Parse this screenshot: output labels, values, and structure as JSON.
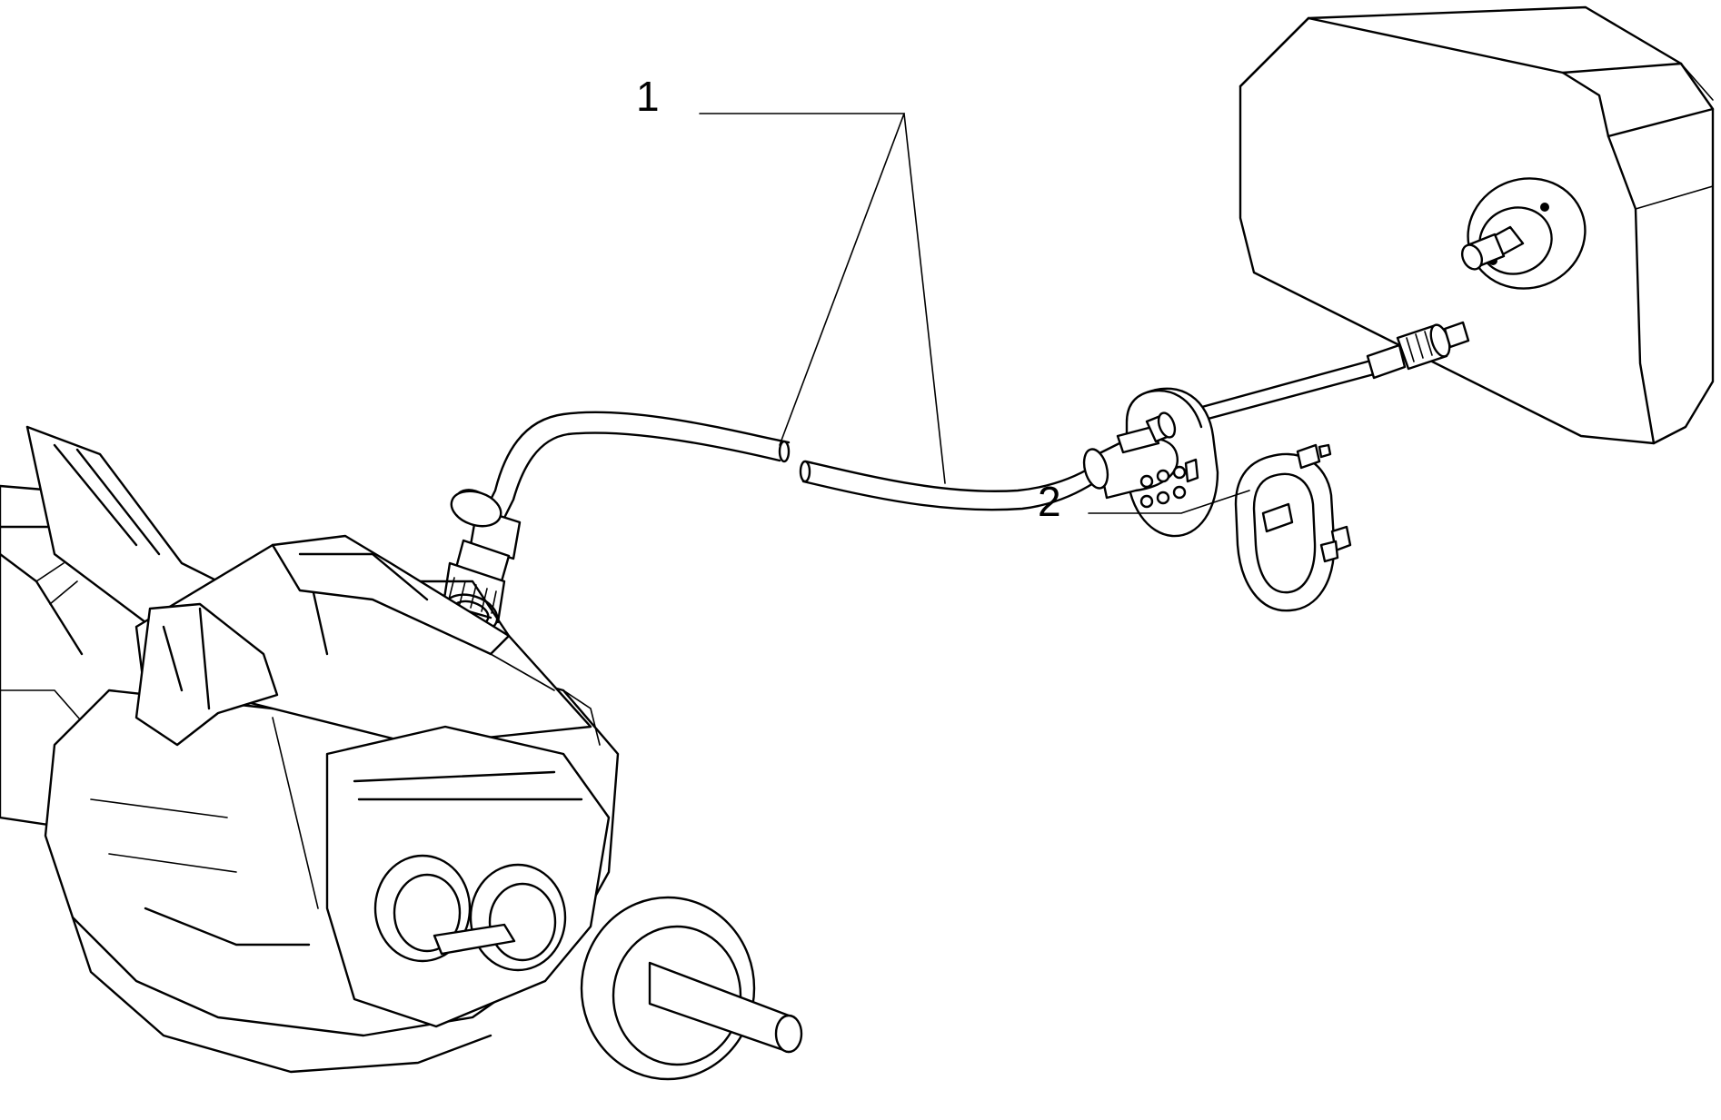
{
  "diagram": {
    "callouts": [
      {
        "label": "1",
        "part": "speedometer-cable"
      },
      {
        "label": "2",
        "part": "grommet-seal"
      }
    ],
    "components": [
      "transmission-gearbox",
      "speedometer-cable",
      "bulkhead-grommet",
      "grommet-seal",
      "instrument-cluster"
    ],
    "colors": {
      "ink": "#000000",
      "paper": "#ffffff"
    }
  }
}
